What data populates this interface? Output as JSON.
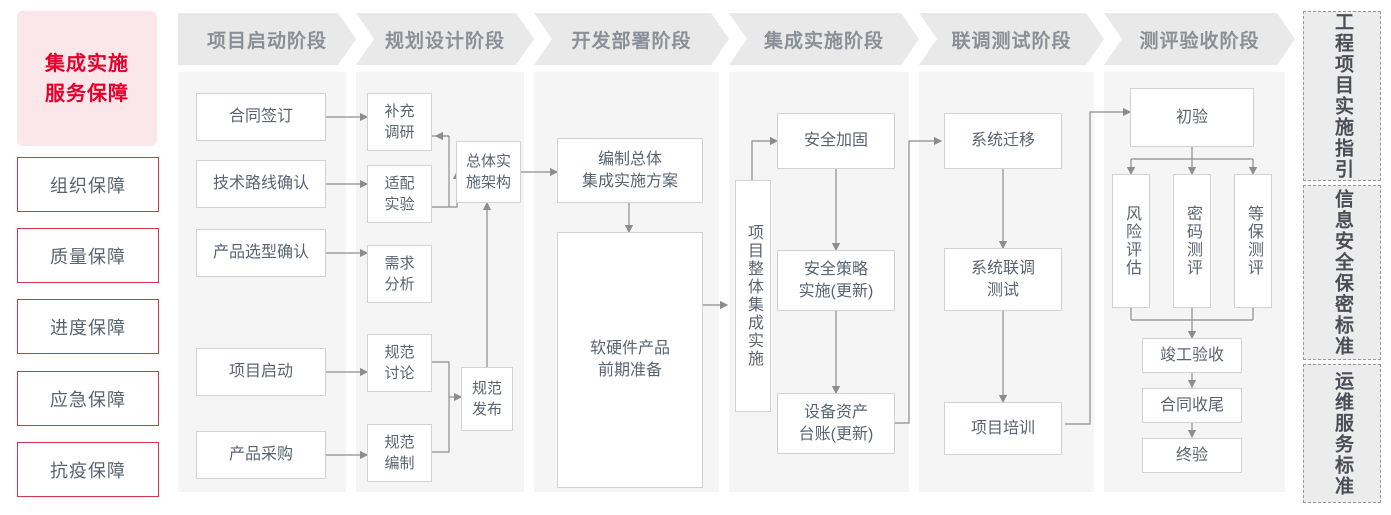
{
  "left_panel": {
    "title": "集成实施\n服务保障",
    "title_line1": "集成实施",
    "title_line2": "服务保障",
    "accent_color": "#e3002b",
    "border_color": "#d7344b",
    "fill_color": "#fbe6e9",
    "items": [
      {
        "label": "组织保障"
      },
      {
        "label": "质量保障"
      },
      {
        "label": "进度保障"
      },
      {
        "label": "应急保障"
      },
      {
        "label": "抗疫保障"
      }
    ]
  },
  "phases": [
    {
      "label": "项目启动阶段"
    },
    {
      "label": "规划设计阶段"
    },
    {
      "label": "开发部署阶段"
    },
    {
      "label": "集成实施阶段"
    },
    {
      "label": "联调测试阶段"
    },
    {
      "label": "测评验收阶段"
    }
  ],
  "nodes": {
    "p1": [
      {
        "id": "n_hetongqianding",
        "label": "合同签订"
      },
      {
        "id": "n_jishuluxian",
        "label": "技术路线确认"
      },
      {
        "id": "n_chanpinxuanxing",
        "label": "产品选型确认"
      },
      {
        "id": "n_xiangmuqidong",
        "label": "项目启动"
      },
      {
        "id": "n_chanpincaigou",
        "label": "产品采购"
      }
    ],
    "p2": [
      {
        "id": "n_buchongdiaoyan",
        "label": "补充\n调研",
        "l1": "补充",
        "l2": "调研"
      },
      {
        "id": "n_shipeishiyan",
        "label": "适配\n实验",
        "l1": "适配",
        "l2": "实验"
      },
      {
        "id": "n_xuqiufenxi",
        "label": "需求\n分析",
        "l1": "需求",
        "l2": "分析"
      },
      {
        "id": "n_guifantaolun",
        "label": "规范\n讨论",
        "l1": "规范",
        "l2": "讨论"
      },
      {
        "id": "n_guifanbianzhi",
        "label": "规范\n编制",
        "l1": "规范",
        "l2": "编制"
      },
      {
        "id": "n_zongtishishi",
        "label": "总体实\n施架构",
        "l1": "总体实",
        "l2": "施架构"
      },
      {
        "id": "n_guifanfabu",
        "label": "规范\n发布",
        "l1": "规范",
        "l2": "发布"
      }
    ],
    "p3": [
      {
        "id": "n_bianzhizongti",
        "label": "编制总体\n集成实施方案",
        "l1": "编制总体",
        "l2": "集成实施方案"
      },
      {
        "id": "n_ruanyingjian",
        "label": "软硬件产品\n前期准备",
        "l1": "软硬件产品",
        "l2": "前期准备"
      }
    ],
    "p4": [
      {
        "id": "n_xiangmuzhengti",
        "label": "项目整体集成实施"
      },
      {
        "id": "n_anquanjiagu",
        "label": "安全加固"
      },
      {
        "id": "n_anquancelue",
        "label": "安全策略\n实施(更新)",
        "l1": "安全策略",
        "l2": "实施(更新)"
      },
      {
        "id": "n_shebeizichan",
        "label": "设备资产\n台账(更新)",
        "l1": "设备资产",
        "l2": "台账(更新)"
      }
    ],
    "p5": [
      {
        "id": "n_xitongqianyi",
        "label": "系统迁移"
      },
      {
        "id": "n_xitongliandiao",
        "label": "系统联调\n测试",
        "l1": "系统联调",
        "l2": "测试"
      },
      {
        "id": "n_xiangmupeixun",
        "label": "项目培训"
      }
    ],
    "p6": [
      {
        "id": "n_chuyan",
        "label": "初验"
      },
      {
        "id": "n_fengxianpinggu",
        "label": "风险评估"
      },
      {
        "id": "n_mimaceping",
        "label": "密码测评"
      },
      {
        "id": "n_dengbaoceping",
        "label": "等保测评"
      },
      {
        "id": "n_jungongyanshou",
        "label": "竣工验收"
      },
      {
        "id": "n_hetongshouwei",
        "label": "合同收尾"
      },
      {
        "id": "n_zhongyan",
        "label": "终验"
      }
    ]
  },
  "standards": [
    {
      "label": "工程项目实施指引"
    },
    {
      "label": "信息安全保密标准"
    },
    {
      "label": "运维服务标准"
    }
  ]
}
